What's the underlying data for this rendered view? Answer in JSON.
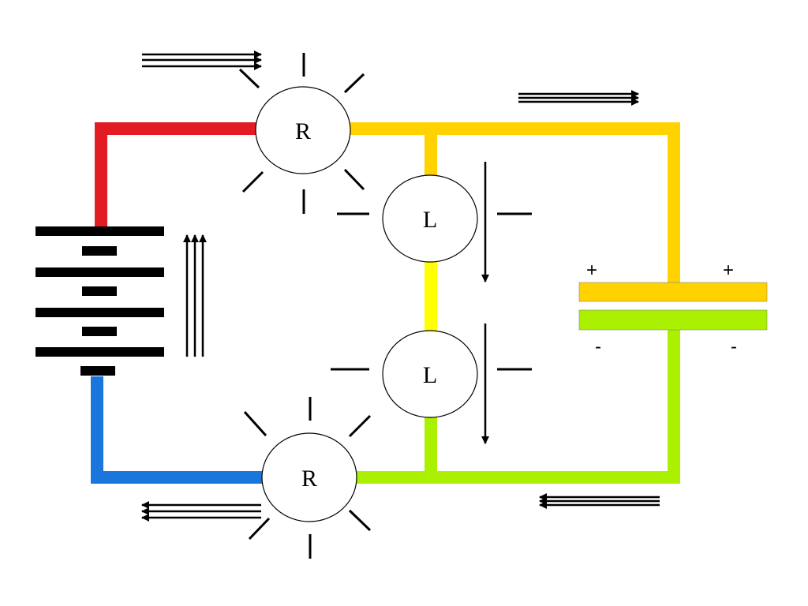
{
  "components": {
    "resistor_top": {
      "label": "R"
    },
    "resistor_bottom": {
      "label": "R"
    },
    "lamp_upper": {
      "label": "L"
    },
    "lamp_lower": {
      "label": "L"
    }
  },
  "capacitor": {
    "plus_left": "+",
    "plus_right": "+",
    "minus_left": "-",
    "minus_right": "-"
  },
  "colors": {
    "wire_red": "#e31b23",
    "wire_orange": "#ffd200",
    "wire_yellow": "#ffff00",
    "wire_lime": "#aaf000",
    "wire_blue": "#1a75dd",
    "battery_plate": "#000000",
    "capacitor_top": "#ffd200",
    "capacitor_bottom": "#aaf000"
  }
}
